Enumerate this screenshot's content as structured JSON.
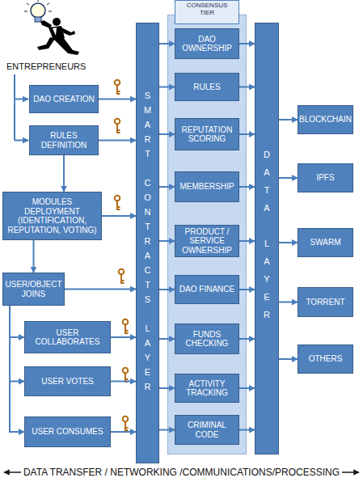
{
  "diagram": {
    "nodes": [
      {
        "text": [
          "DAO CREATION"
        ]
      },
      {
        "text": [
          "RULES DEFINITION"
        ]
      },
      {
        "text": [
          "MODULES DEPLOYMENT (IDENTIFICATION, REPUTATION, VOTING)"
        ]
      },
      {
        "text": [
          "USER/OBJECT JOINS"
        ]
      },
      {
        "text": [
          "USER COLLABORATES"
        ]
      },
      {
        "text": [
          "USER VOTES"
        ]
      },
      {
        "text": [
          "USER CONSUMES"
        ]
      },
      {
        "text": [
          "SMART CONTRACTS LAYER"
        ]
      },
      {
        "text": [
          "CONSENSUS TIER"
        ]
      },
      {
        "text": [
          "DAO OWNERSHIP"
        ],
        "in": 8
      },
      {
        "text": [
          "RULES"
        ],
        "in": 8
      },
      {
        "text": [
          "REPUTATION SCORING"
        ],
        "in": 8
      },
      {
        "text": [
          "MEMBERSHIP"
        ],
        "in": 8
      },
      {
        "text": [
          "PRODUCT / SERVICE OWNERSHIP"
        ],
        "in": 8
      },
      {
        "text": [
          "DAO FINANCE"
        ],
        "in": 8
      },
      {
        "text": [
          "FUNDS CHECKING"
        ],
        "in": 8
      },
      {
        "text": [
          "ACTIVITY TRACKING"
        ],
        "in": 8
      },
      {
        "text": [
          "CRIMINAL CODE"
        ],
        "in": 8
      },
      {
        "text": [
          "DATA LAYER"
        ]
      },
      {
        "text": [
          "BLOCKCHAIN"
        ]
      },
      {
        "text": [
          "IPFS"
        ]
      },
      {
        "text": [
          "SWARM"
        ]
      },
      {
        "text": [
          "TORRENT"
        ]
      },
      {
        "text": [
          "OTHERS"
        ]
      }
    ],
    "edges": [
      {
        "from": 0,
        "to": 7,
        "arrow": "to"
      },
      {
        "from": 1,
        "to": 7,
        "arrow": "to"
      },
      {
        "from": 1,
        "to": 2,
        "arrow": "to"
      },
      {
        "from": 2,
        "to": 7,
        "arrow": "to"
      },
      {
        "from": 2,
        "to": 3,
        "arrow": "to"
      },
      {
        "from": 3,
        "to": 7,
        "arrow": "to"
      },
      {
        "from": 3,
        "to": 4,
        "arrow": "to"
      },
      {
        "from": 3,
        "to": 5,
        "arrow": "to"
      },
      {
        "from": 3,
        "to": 6,
        "arrow": "to"
      },
      {
        "from": 4,
        "to": 7,
        "arrow": "to"
      },
      {
        "from": 5,
        "to": 7,
        "arrow": "to"
      },
      {
        "from": 6,
        "to": 7,
        "arrow": "to"
      },
      {
        "from": 7,
        "to": 9,
        "arrow": "to"
      },
      {
        "from": 7,
        "to": 10,
        "arrow": "to"
      },
      {
        "from": 7,
        "to": 11,
        "arrow": "to"
      },
      {
        "from": 7,
        "to": 12,
        "arrow": "to"
      },
      {
        "from": 7,
        "to": 13,
        "arrow": "to"
      },
      {
        "from": 7,
        "to": 14,
        "arrow": "to"
      },
      {
        "from": 7,
        "to": 15,
        "arrow": "to"
      },
      {
        "from": 7,
        "to": 16,
        "arrow": "to"
      },
      {
        "from": 7,
        "to": 17,
        "arrow": "to"
      },
      {
        "from": 9,
        "to": 18,
        "arrow": "to"
      },
      {
        "from": 10,
        "to": 18,
        "arrow": "to"
      },
      {
        "from": 11,
        "to": 18,
        "arrow": "to"
      },
      {
        "from": 12,
        "to": 18,
        "arrow": "to"
      },
      {
        "from": 13,
        "to": 18,
        "arrow": "to"
      },
      {
        "from": 14,
        "to": 18,
        "arrow": "to"
      },
      {
        "from": 15,
        "to": 18,
        "arrow": "to"
      },
      {
        "from": 16,
        "to": 18,
        "arrow": "to"
      },
      {
        "from": 17,
        "to": 18,
        "arrow": "to"
      },
      {
        "from": 18,
        "to": 19,
        "arrow": "to"
      },
      {
        "from": 18,
        "to": 20,
        "arrow": "to"
      },
      {
        "from": 18,
        "to": 21,
        "arrow": "to"
      },
      {
        "from": 18,
        "to": 22,
        "arrow": "to"
      },
      {
        "from": 18,
        "to": 23,
        "arrow": "to"
      }
    ],
    "labels": [
      "ENTREPRENEURS",
      "DATA TRANSFER / NETWORKING /COMMUNICATIONS/PROCESSING"
    ]
  }
}
